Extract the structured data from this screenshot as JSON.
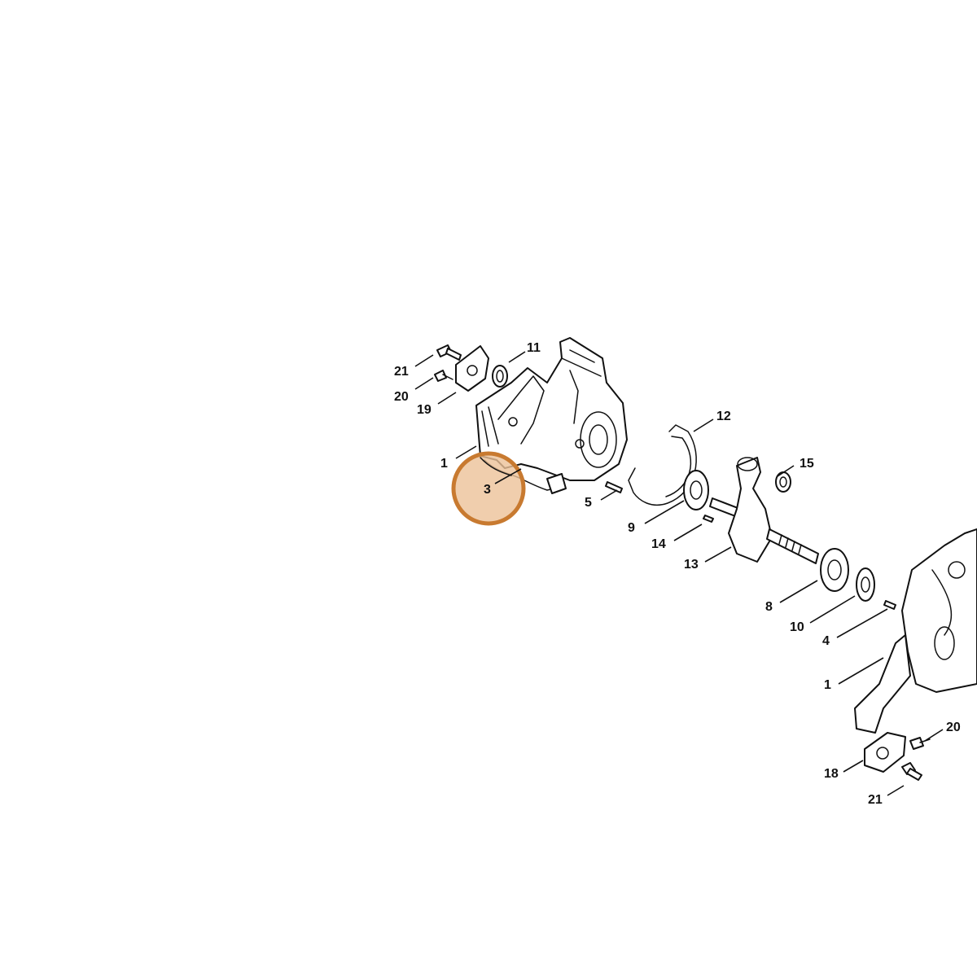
{
  "diagram": {
    "highlight": {
      "label": "3",
      "fill": "#ecc299",
      "stroke": "#c87a30"
    },
    "callouts": [
      "21",
      "20",
      "19",
      "11",
      "12",
      "1",
      "5",
      "15",
      "9",
      "14",
      "13",
      "8",
      "10",
      "4",
      "1",
      "20",
      "18",
      "21"
    ]
  }
}
